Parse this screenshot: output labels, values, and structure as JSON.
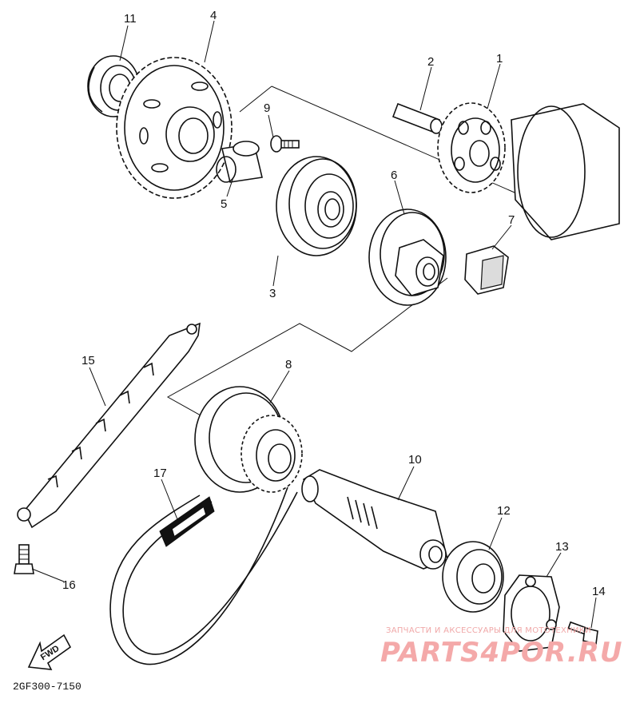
{
  "diagram": {
    "callouts": [
      {
        "id": "c1",
        "text": "1"
      },
      {
        "id": "c2",
        "text": "2"
      },
      {
        "id": "c3",
        "text": "3"
      },
      {
        "id": "c4",
        "text": "4"
      },
      {
        "id": "c5",
        "text": "5"
      },
      {
        "id": "c6",
        "text": "6"
      },
      {
        "id": "c7",
        "text": "7"
      },
      {
        "id": "c8",
        "text": "8"
      },
      {
        "id": "c9",
        "text": "9"
      },
      {
        "id": "c10",
        "text": "10"
      },
      {
        "id": "c11",
        "text": "11"
      },
      {
        "id": "c12",
        "text": "12"
      },
      {
        "id": "c13",
        "text": "13"
      },
      {
        "id": "c14",
        "text": "14"
      },
      {
        "id": "c15",
        "text": "15"
      },
      {
        "id": "c16",
        "text": "16"
      },
      {
        "id": "c17",
        "text": "17"
      }
    ],
    "drawing_code": "2GF300-7150",
    "direction_label": "FWD"
  },
  "watermark": {
    "tagline": "ЗАПЧАСТИ И АКСЕССУАРЫ ДЛЯ МОТОТЕХНИКИ",
    "brand": "PARTS4POR.RU"
  }
}
